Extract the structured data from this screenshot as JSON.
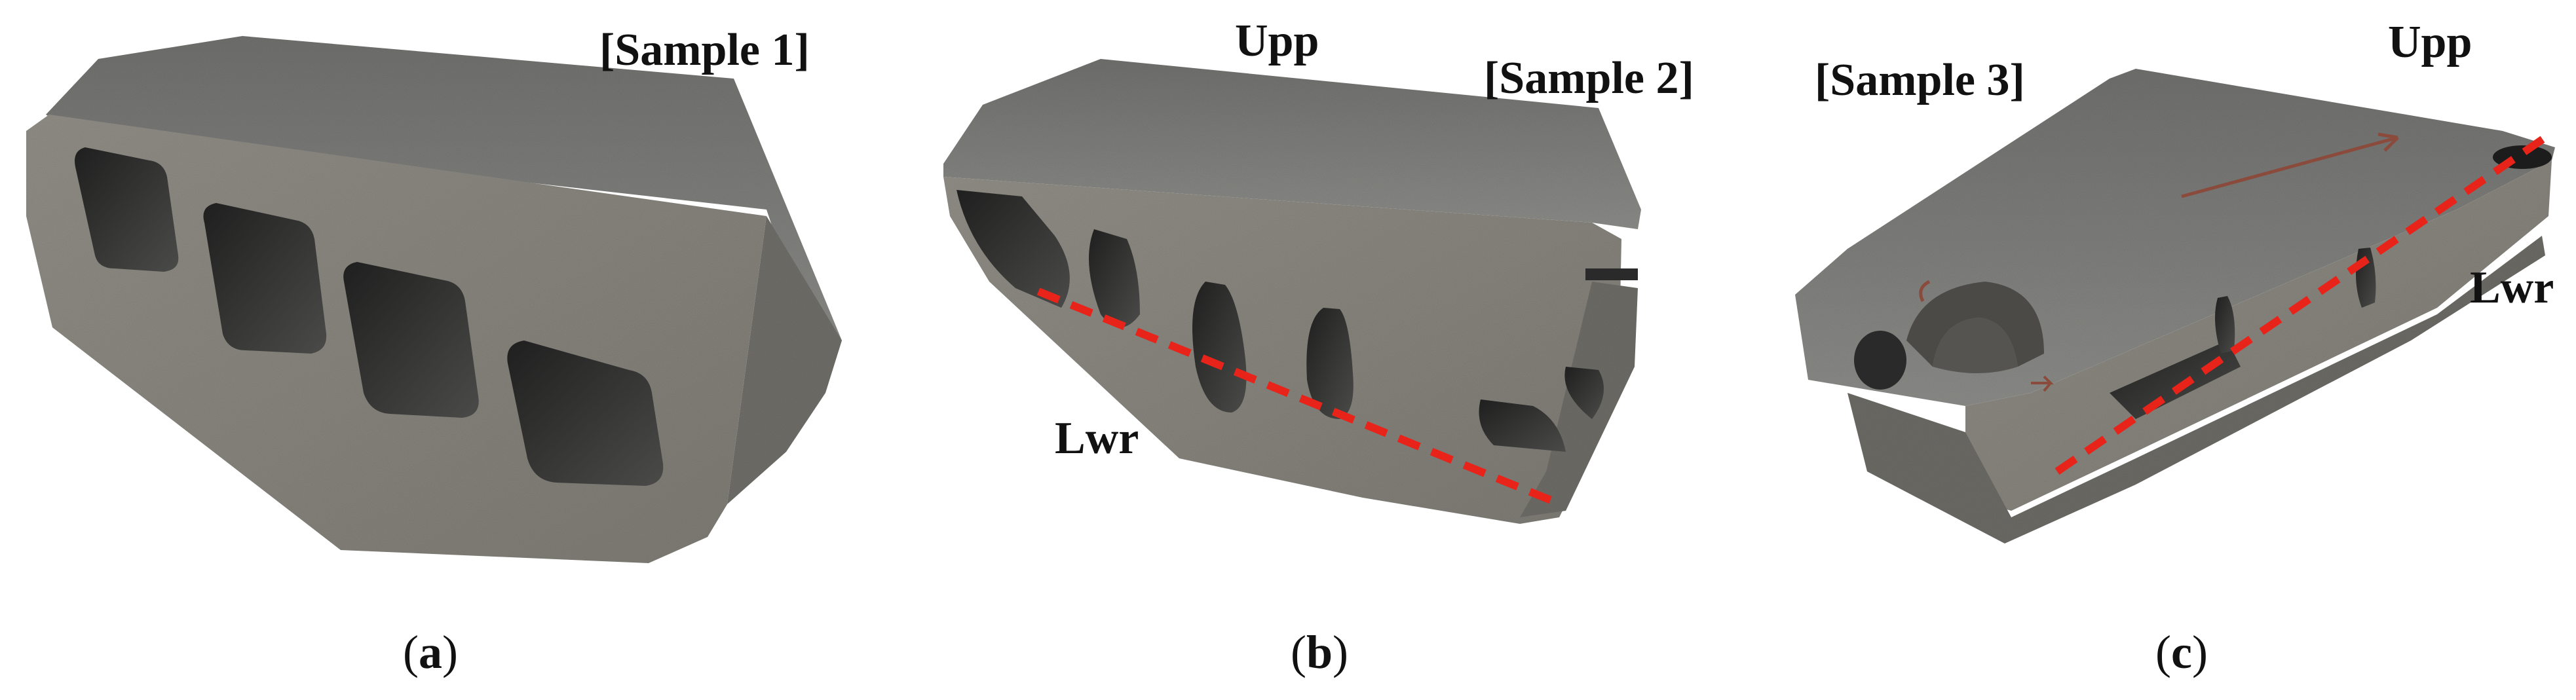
{
  "panels": [
    {
      "id": "a",
      "sample_label": "[Sample 1]",
      "caption_letter": "a"
    },
    {
      "id": "b",
      "sample_label": "[Sample 2]",
      "upper_label": "Upp",
      "lower_label": "Lwr",
      "caption_letter": "b"
    },
    {
      "id": "c",
      "sample_label": "[Sample 3]",
      "upper_label": "Upp",
      "lower_label": "Lwr",
      "caption_letter": "c"
    }
  ],
  "caption_open": "(",
  "caption_close": ")",
  "colors": {
    "metal_top": "#7b7b79",
    "metal_side": "#8e8c84",
    "metal_dark": "#3a3a38",
    "cavity": "#2c2c2c",
    "dashed_line": "#e8231a"
  }
}
